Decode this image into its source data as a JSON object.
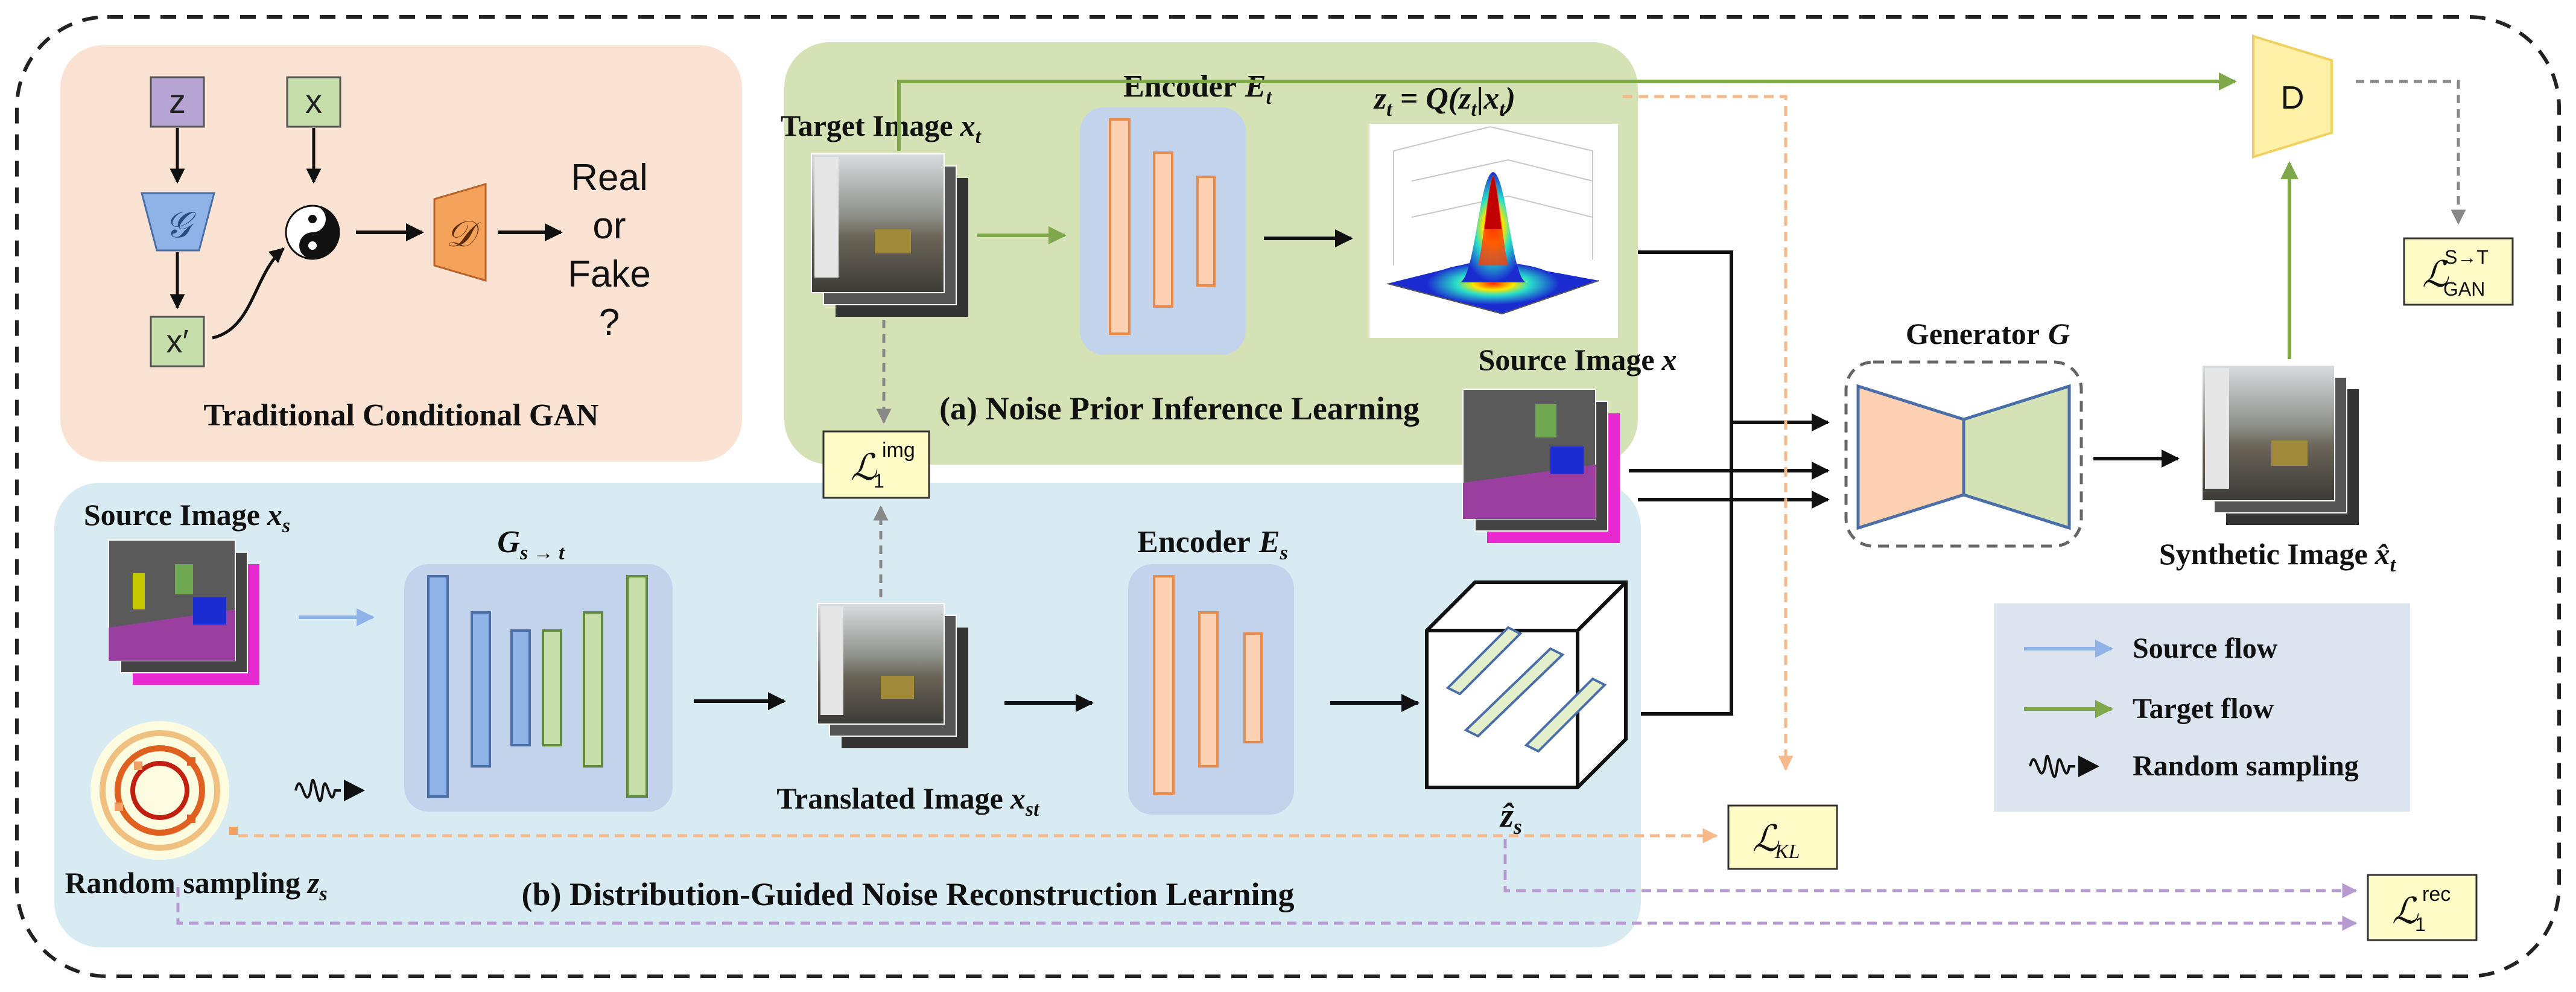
{
  "trad": {
    "title": "Traditional Conditional GAN",
    "z": "z",
    "x": "x",
    "g": "𝒢",
    "xprime": "x′",
    "d": "𝒟",
    "out1": "Real",
    "out2": "or",
    "out3": "Fake",
    "out4": "?"
  },
  "panel_a": {
    "title": "(a) Noise Prior Inference Learning",
    "target_label": "Target Image",
    "target_sym": "x",
    "target_sub": "t",
    "encoder_label": "Encoder",
    "encoder_sym": "E",
    "encoder_sub": "t",
    "q_label": "z",
    "q_sub": "t",
    "q_rest": " = Q(z",
    "q_sub2": "t",
    "q_bar": "|x",
    "q_sub3": "t",
    "q_close": ")",
    "l1img": "ℒ",
    "l1img_sub": "1",
    "l1img_sup": "img"
  },
  "panel_b": {
    "title": "(b) Distribution-Guided Noise Reconstruction Learning",
    "source_label": "Source Image",
    "source_sym": "x",
    "source_sub": "s",
    "gen_label": "G",
    "gen_sub": "s → t",
    "translated_label": "Translated Image",
    "translated_sym": "x",
    "translated_sub": "st",
    "encoder_label": "Encoder",
    "encoder_sym": "E",
    "encoder_sub": "s",
    "random_label": "Random sampling",
    "random_sym": "z",
    "random_sub": "s",
    "zhat": "ẑ",
    "zhat_sub": "s"
  },
  "right": {
    "source_image_label": "Source Image",
    "source_image_sym": "x",
    "generator_label": "Generator",
    "generator_sym": "G",
    "synthetic_label": "Synthetic Image",
    "synthetic_sym": "x̂",
    "synthetic_sub": "t",
    "d": "D",
    "lgan": "ℒ",
    "lgan_sub": "GAN",
    "lgan_sup": "S→T",
    "lkl": "ℒ",
    "lkl_sub": "KL",
    "lrec": "ℒ",
    "lrec_sub": "1",
    "lrec_sup": "rec"
  },
  "legend": {
    "source_flow": "Source flow",
    "target_flow": "Target flow",
    "random_sampling": "Random sampling"
  },
  "colors": {
    "source_flow": "#8fb3e6",
    "target_flow": "#7ea84a",
    "kl_flow": "#f5b98a",
    "rec_flow": "#b79ad0",
    "panel_trad": "#fbe3d3",
    "panel_a": "#d4e2b6",
    "panel_b": "#d8ebf3",
    "loss_box": "#fffcc8"
  }
}
